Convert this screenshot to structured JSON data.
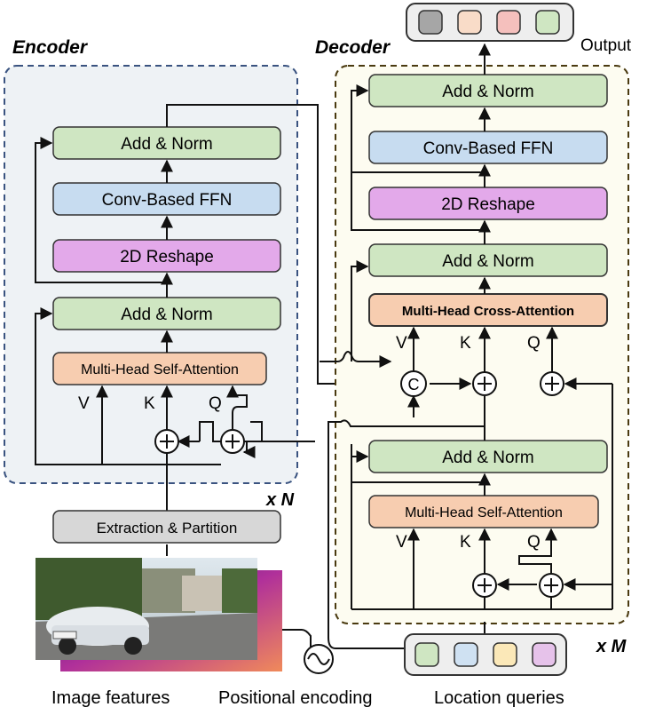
{
  "encoder": {
    "title": "Encoder",
    "repeat": "x N",
    "add_norm_top": "Add & Norm",
    "ffn": "Conv-Based FFN",
    "reshape": "2D Reshape",
    "add_norm_bottom": "Add & Norm",
    "attention": "Multi-Head  Self-Attention",
    "v": "V",
    "k": "K",
    "q": "Q"
  },
  "decoder": {
    "title": "Decoder",
    "repeat": "x M",
    "add_norm_top": "Add & Norm",
    "ffn": "Conv-Based FFN",
    "reshape": "2D Reshape",
    "add_norm_mid": "Add & Norm",
    "cross_attention": "Multi-Head  Cross-Attention",
    "add_norm_bottom": "Add & Norm",
    "self_attention": "Multi-Head  Self-Attention",
    "v_upper": "V",
    "k_upper": "K",
    "q_upper": "Q",
    "v_lower": "V",
    "k_lower": "K",
    "q_lower": "Q",
    "concat_symbol": "C"
  },
  "extraction": "Extraction & Partition",
  "output_label": "Output",
  "captions": {
    "image": "Image features",
    "positional": "Positional encoding",
    "location": "Location queries"
  },
  "colors": {
    "add_norm": "#cfe6c2",
    "ffn": "#c7dcf0",
    "reshape": "#e3a9ea",
    "attention": "#f7cdb0",
    "extraction": "#d7d7d7",
    "encoder_bg": "#eef2f5",
    "encoder_border": "#3a5380",
    "decoder_bg": "#fdfcf1",
    "decoder_border": "#4a3a10",
    "token_gray": "#a6a6a6",
    "token_orange": "#f9dcc8",
    "token_red": "#f5c0bd",
    "token_green": "#cfe6c2",
    "token_blue": "#cfe1f2",
    "token_yellow": "#fbe8b8",
    "token_purple": "#e6c2ea"
  }
}
